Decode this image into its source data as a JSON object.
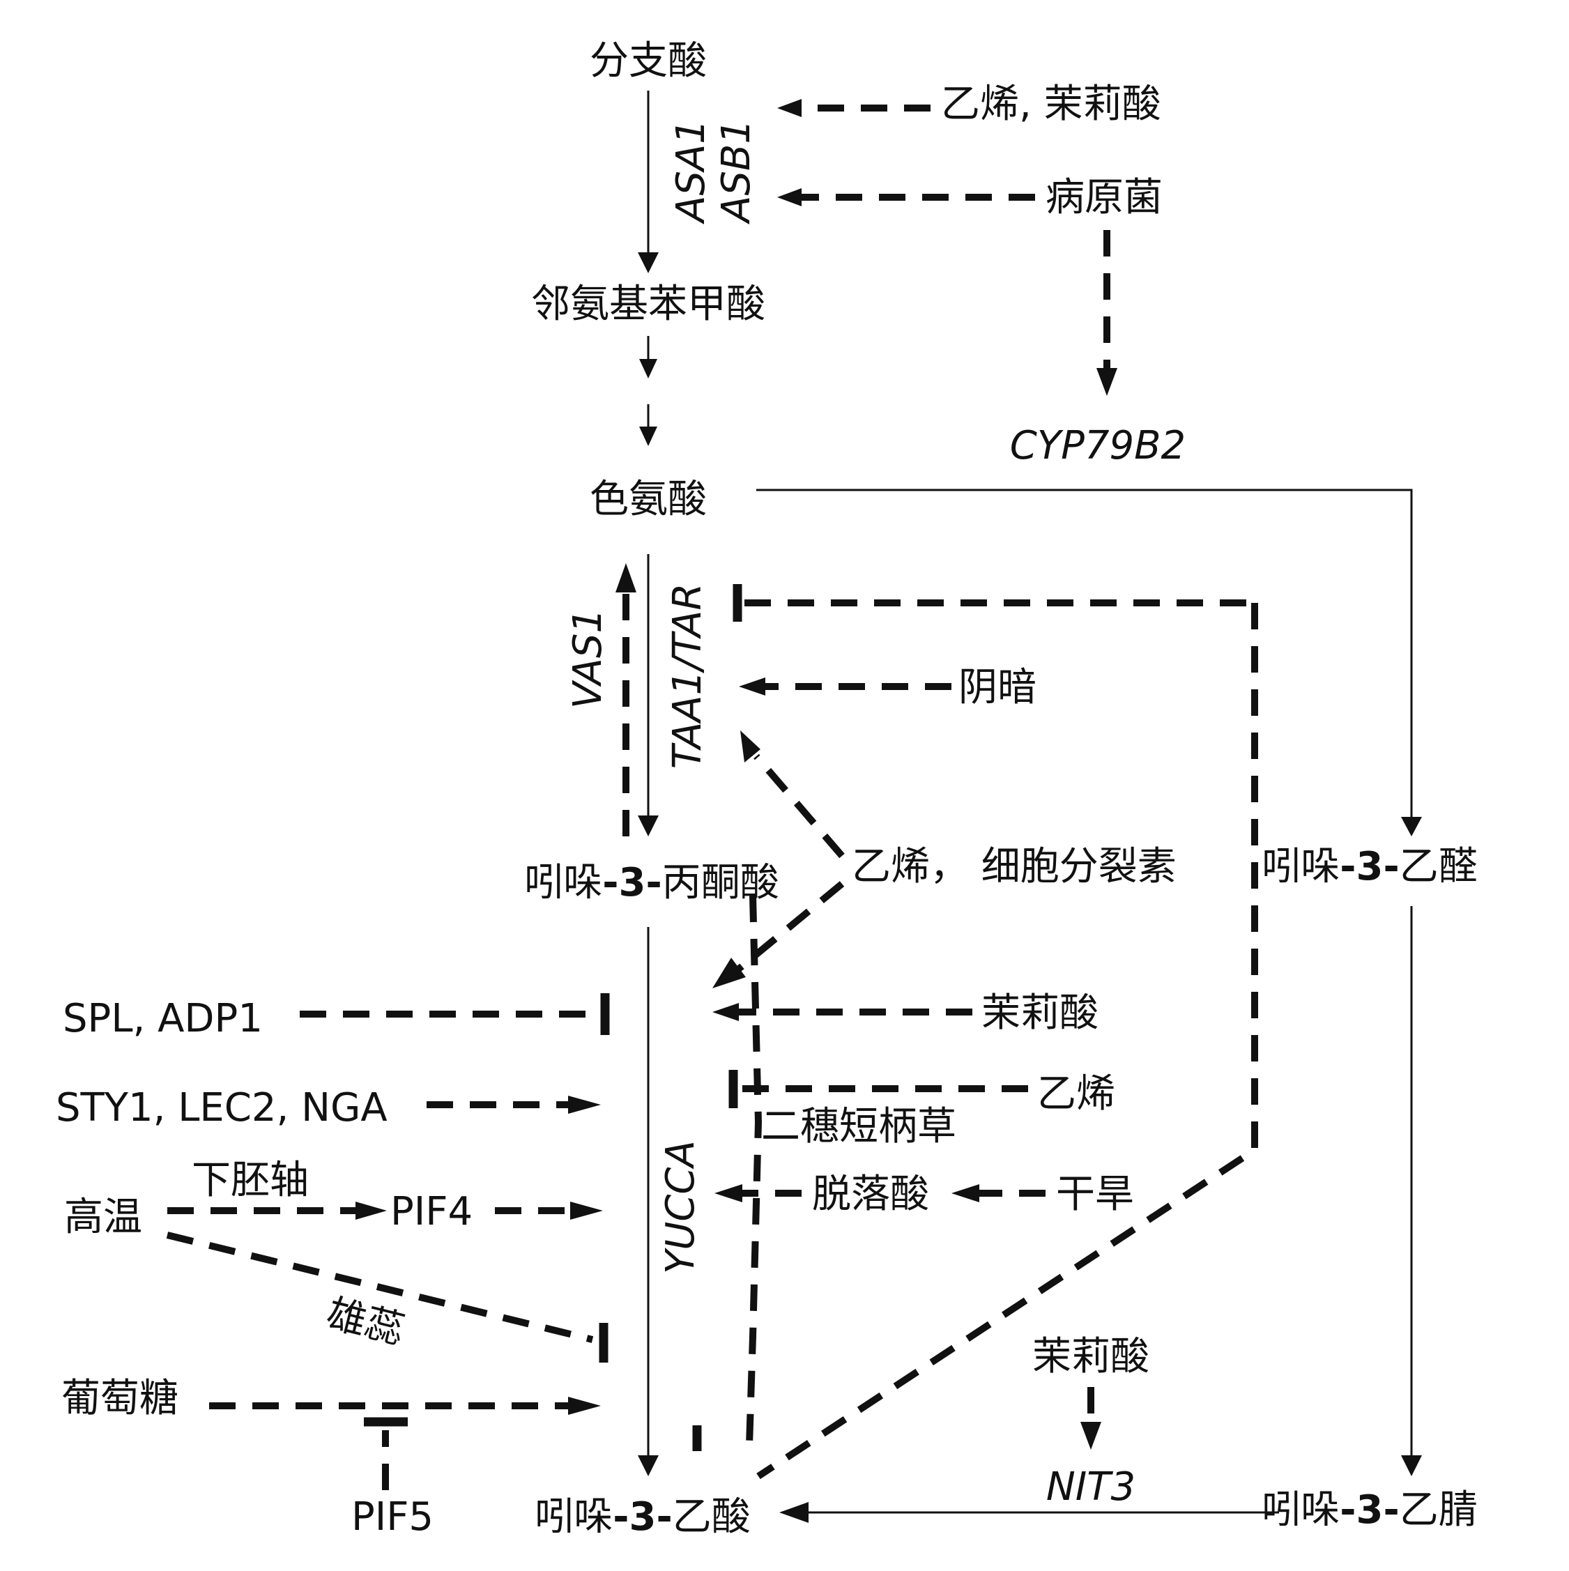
{
  "compounds": {
    "chorismate": "分支酸",
    "anthranilate": "邻氨基苯甲酸",
    "tryptophan": "色氨酸",
    "ipya": "吲哚-3-丙酮酸",
    "iaa": "吲哚-3-乙酸",
    "iaald": "吲哚-3-乙醛",
    "ian": "吲哚-3-乙腈",
    "ipya_parts": [
      "吲哚",
      "-3-",
      "丙酮酸"
    ],
    "iaa_parts": [
      "吲哚",
      "-3-",
      "乙酸"
    ],
    "iaald_parts": [
      "吲哚",
      "-3-",
      "乙醛"
    ],
    "ian_parts": [
      "吲哚",
      "-3-",
      "乙腈"
    ]
  },
  "genes": {
    "asa1": "ASA1",
    "asb1": "ASB1",
    "cyp79b2": "CYP79B2",
    "vas1": "VAS1",
    "taa1_tar": "TAA1/TAR",
    "yucca": "YUCCA",
    "nit3": "NIT3"
  },
  "regulators": {
    "ethylene_ja": "乙烯, 茉莉酸",
    "pathogen": "病原菌",
    "shade": "阴暗",
    "ethylene_cytokinin": "乙烯， 细胞分裂素",
    "ja_yucca": "茉莉酸",
    "ethylene": "乙烯",
    "brachypodium": "二穗短柄草",
    "aba": "脱落酸",
    "drought": "干旱",
    "ja_nit": "茉莉酸",
    "spl_adp1": "SPL, ADP1",
    "sty1_lec2_nga": "STY1, LEC2, NGA",
    "high_temp": "高温",
    "hypocotyl": "下胚轴",
    "pif4": "PIF4",
    "stamen": "雄蕊",
    "glucose": "葡萄糖",
    "pif5": "PIF5"
  }
}
